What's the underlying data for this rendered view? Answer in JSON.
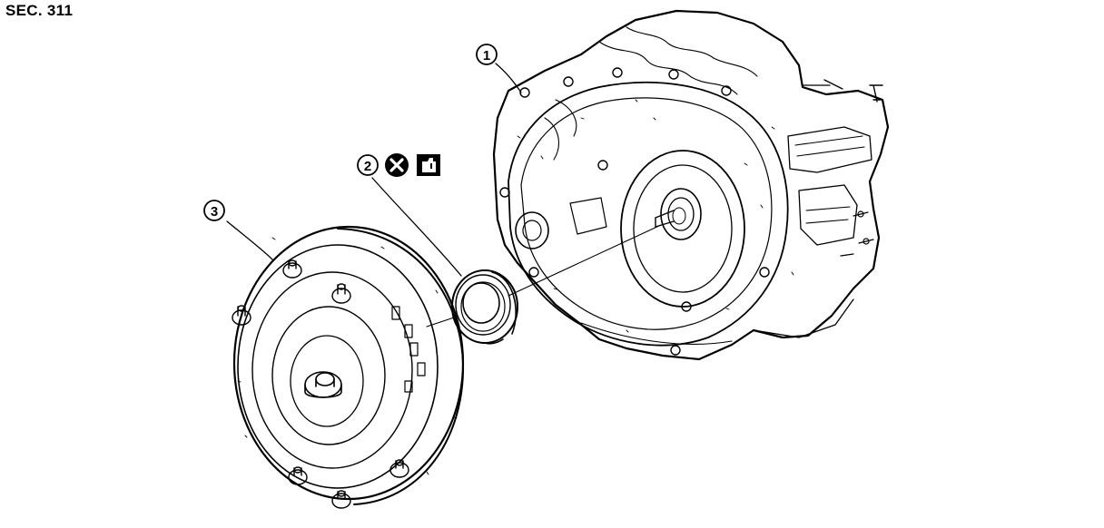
{
  "section_label": "SEC. 311",
  "callouts": [
    {
      "number": "1",
      "part": "transaxle-assembly"
    },
    {
      "number": "2",
      "part": "oil-seal"
    },
    {
      "number": "3",
      "part": "torque-converter"
    }
  ],
  "symbols": [
    {
      "icon": "do-not-reuse-icon",
      "attached_to": "2"
    },
    {
      "icon": "apply-fluid-icon",
      "attached_to": "2"
    }
  ]
}
